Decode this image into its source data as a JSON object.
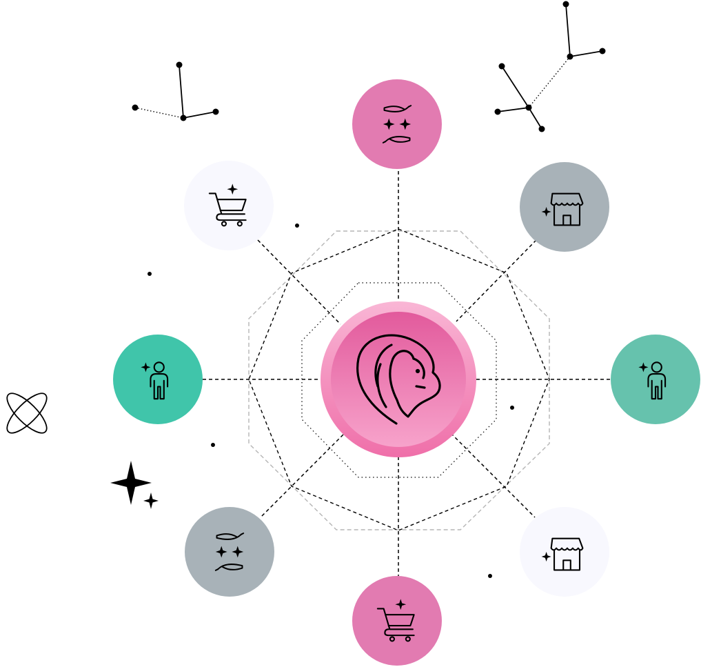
{
  "diagram": {
    "center": {
      "icon": "leo-zodiac-icon",
      "gradient": [
        "#e25a9c",
        "#f7a3cb"
      ],
      "ring_color": "#f9b6d5"
    },
    "colors": {
      "pink": "#e27bb1",
      "gray": "#a8b2b8",
      "teal_bright": "#40c5aa",
      "teal_soft": "#66c2ad",
      "lavender": "#f8f8fe",
      "line": "#000000",
      "outer_octagon": "#b5b5b5"
    },
    "nodes": [
      {
        "id": "top",
        "fill": "pink",
        "icon": "hands-sparkles-icon"
      },
      {
        "id": "top-right",
        "fill": "gray",
        "icon": "storefront-icon"
      },
      {
        "id": "right",
        "fill": "teal_soft",
        "icon": "person-sparkle-icon"
      },
      {
        "id": "bottom-right",
        "fill": "lavender",
        "icon": "storefront-icon"
      },
      {
        "id": "bottom",
        "fill": "pink",
        "icon": "shopping-cart-sparkle-icon"
      },
      {
        "id": "bottom-left",
        "fill": "gray",
        "icon": "hands-sparkles-icon"
      },
      {
        "id": "left",
        "fill": "teal_bright",
        "icon": "person-sparkle-icon"
      },
      {
        "id": "top-left",
        "fill": "lavender",
        "icon": "shopping-cart-sparkle-icon"
      }
    ],
    "decorations": [
      "constellation-left-icon",
      "constellation-right-icon",
      "orbit-icon",
      "sparkle-icon"
    ]
  }
}
